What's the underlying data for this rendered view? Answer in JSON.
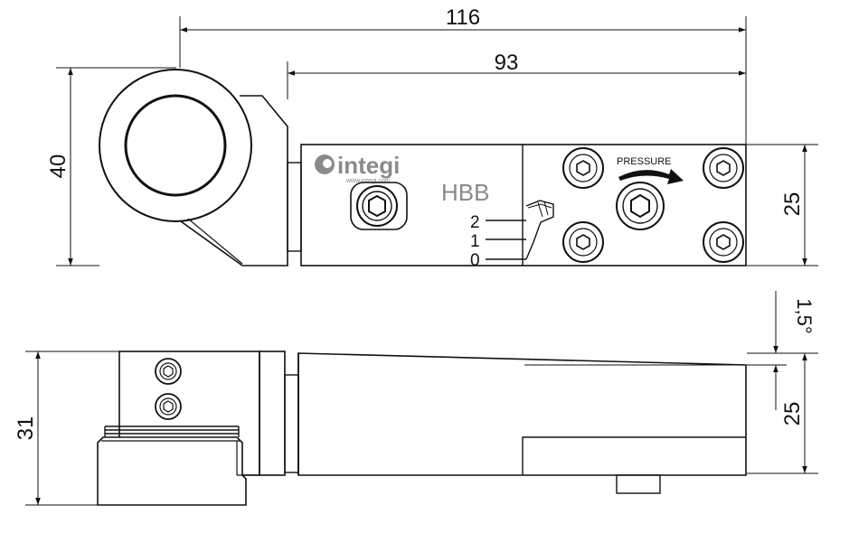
{
  "dimensions": {
    "overall_length": "116",
    "body_length": "93",
    "height_top_view": "40",
    "body_height_top_view": "25",
    "overall_height_side": "31",
    "body_height_side": "25",
    "angle": "1,5°"
  },
  "labels": {
    "brand": "integi",
    "brand_url": "www.integi.com",
    "model": "HBB",
    "pressure": "PRESSURE",
    "position_2": "2",
    "position_1": "1",
    "position_0": "0"
  },
  "colors": {
    "line": "#111111",
    "logo_gray": "#8a8a8a",
    "background": "#ffffff"
  }
}
